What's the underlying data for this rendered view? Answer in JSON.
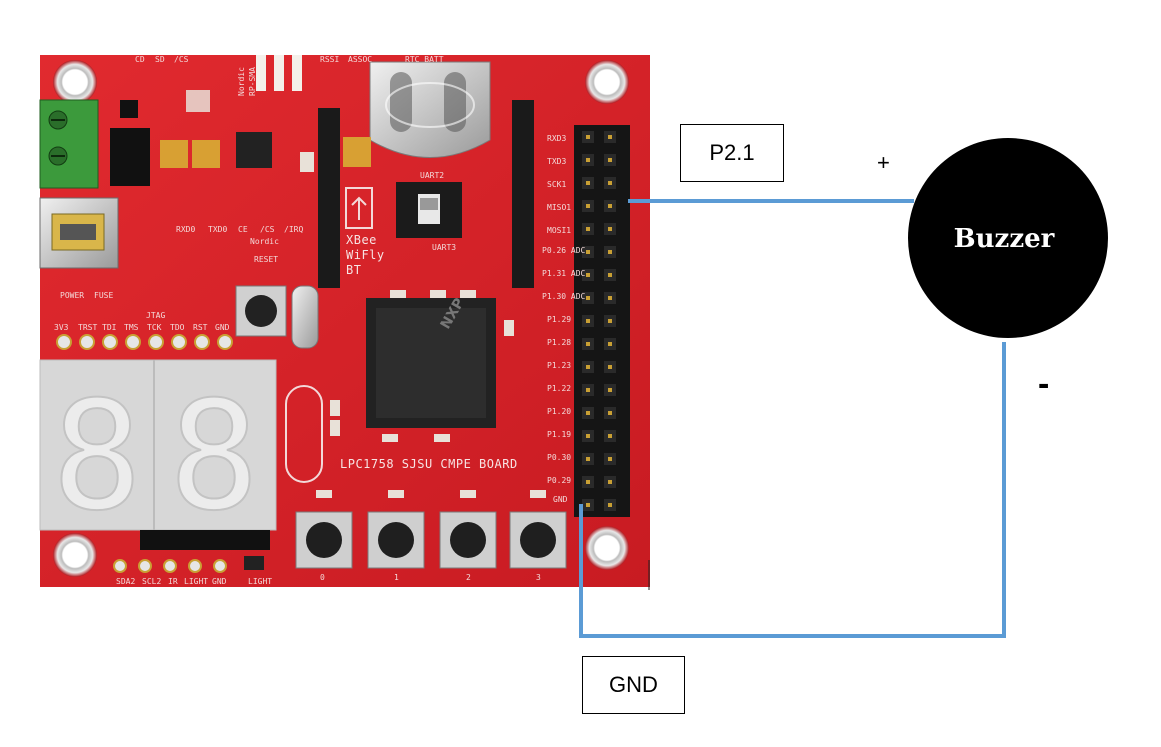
{
  "labels": {
    "pin_label": "P2.1",
    "ground_label": "GND",
    "buzzer_label": "Buzzer",
    "plus_sign": "+",
    "minus_sign": "-"
  },
  "board": {
    "name": "LPC1758 SJSU CMPE BOARD",
    "module_text": [
      "XBee",
      "WiFly",
      "BT"
    ],
    "top_labels": [
      "CD",
      "SD",
      "/CS",
      "RSSI",
      "ASSOC",
      "RTC BATT"
    ],
    "nordic_text": "Nordic",
    "rp_sma": "RP-SMA",
    "jtag_title": "JTAG",
    "jtag_pins": [
      "3V3",
      "TRST",
      "TDI",
      "TMS",
      "TCK",
      "TDO",
      "RST",
      "GND"
    ],
    "led_labels": [
      "POWER",
      "FUSE"
    ],
    "reset_label": "RESET",
    "uart_labels": [
      "UART2",
      "UART3"
    ],
    "mid_labels": [
      "RXD0",
      "TXD0",
      "CE",
      "/CS",
      "/IRQ"
    ],
    "pin_labels": [
      "RXD3",
      "TXD3",
      "SCK1",
      "MISO1",
      "MOSI1",
      "P0.26 ADC",
      "P1.31 ADC",
      "P1.30 ADC",
      "P1.29",
      "P1.28",
      "P1.23",
      "P1.22",
      "P1.20",
      "P1.19",
      "P0.30",
      "P0.29",
      "GND"
    ],
    "button_labels": [
      "0",
      "1",
      "2",
      "3"
    ],
    "bottom_labels": [
      "SDA2",
      "SCL2",
      "IR",
      "LIGHT",
      "GND"
    ],
    "light_label": "LIGHT",
    "display_digits": "88",
    "chip_logo": "NXP"
  },
  "colors": {
    "board_red": "#d8232a",
    "wire_blue": "#5b9bd5",
    "buzzer_fill": "#000000",
    "buzzer_text": "#ffffff"
  }
}
